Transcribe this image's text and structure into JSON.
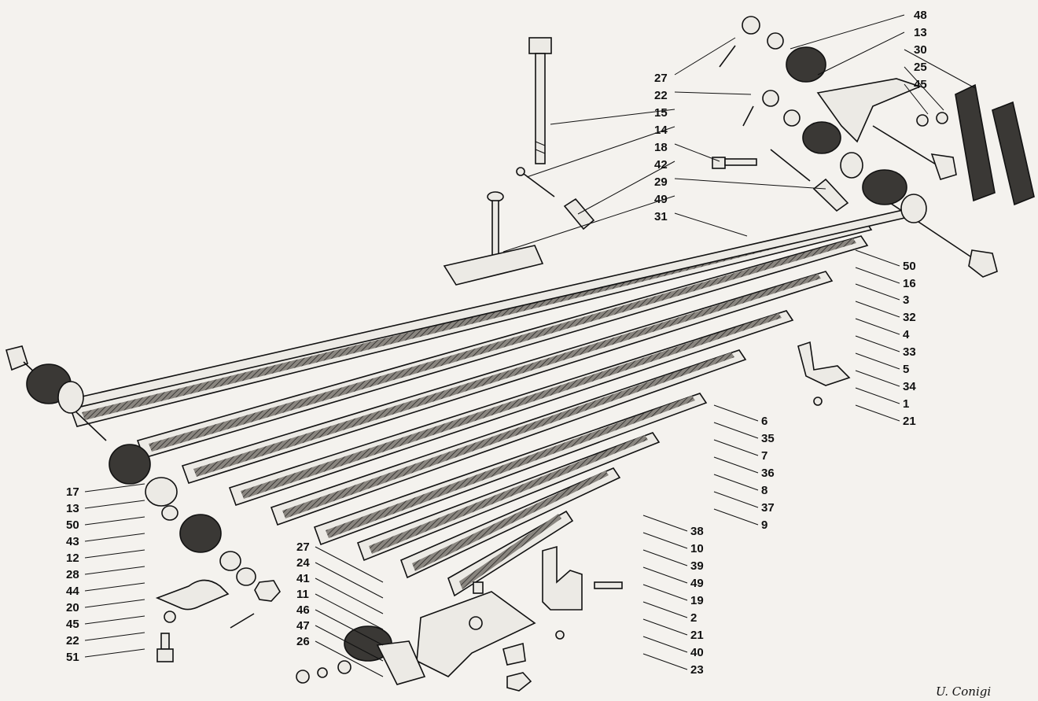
{
  "callouts": {
    "right_column": [
      "48",
      "13",
      "30",
      "25",
      "45"
    ],
    "upper_column": [
      "27",
      "22",
      "15",
      "14",
      "18",
      "42",
      "29",
      "49",
      "31"
    ],
    "right_side": [
      "50",
      "16",
      "3",
      "32",
      "4",
      "33",
      "5",
      "34",
      "1",
      "21",
      "6",
      "35",
      "7",
      "36",
      "8",
      "37",
      "9",
      "38",
      "10",
      "39",
      "49",
      "19",
      "2",
      "21",
      "40",
      "23"
    ],
    "left_side": [
      "17",
      "13",
      "50",
      "43",
      "12",
      "28",
      "44",
      "20",
      "45",
      "22",
      "51"
    ],
    "bottom_group": [
      "27",
      "24",
      "41",
      "11",
      "46",
      "47",
      "26"
    ]
  },
  "signature": "U. Conigi"
}
